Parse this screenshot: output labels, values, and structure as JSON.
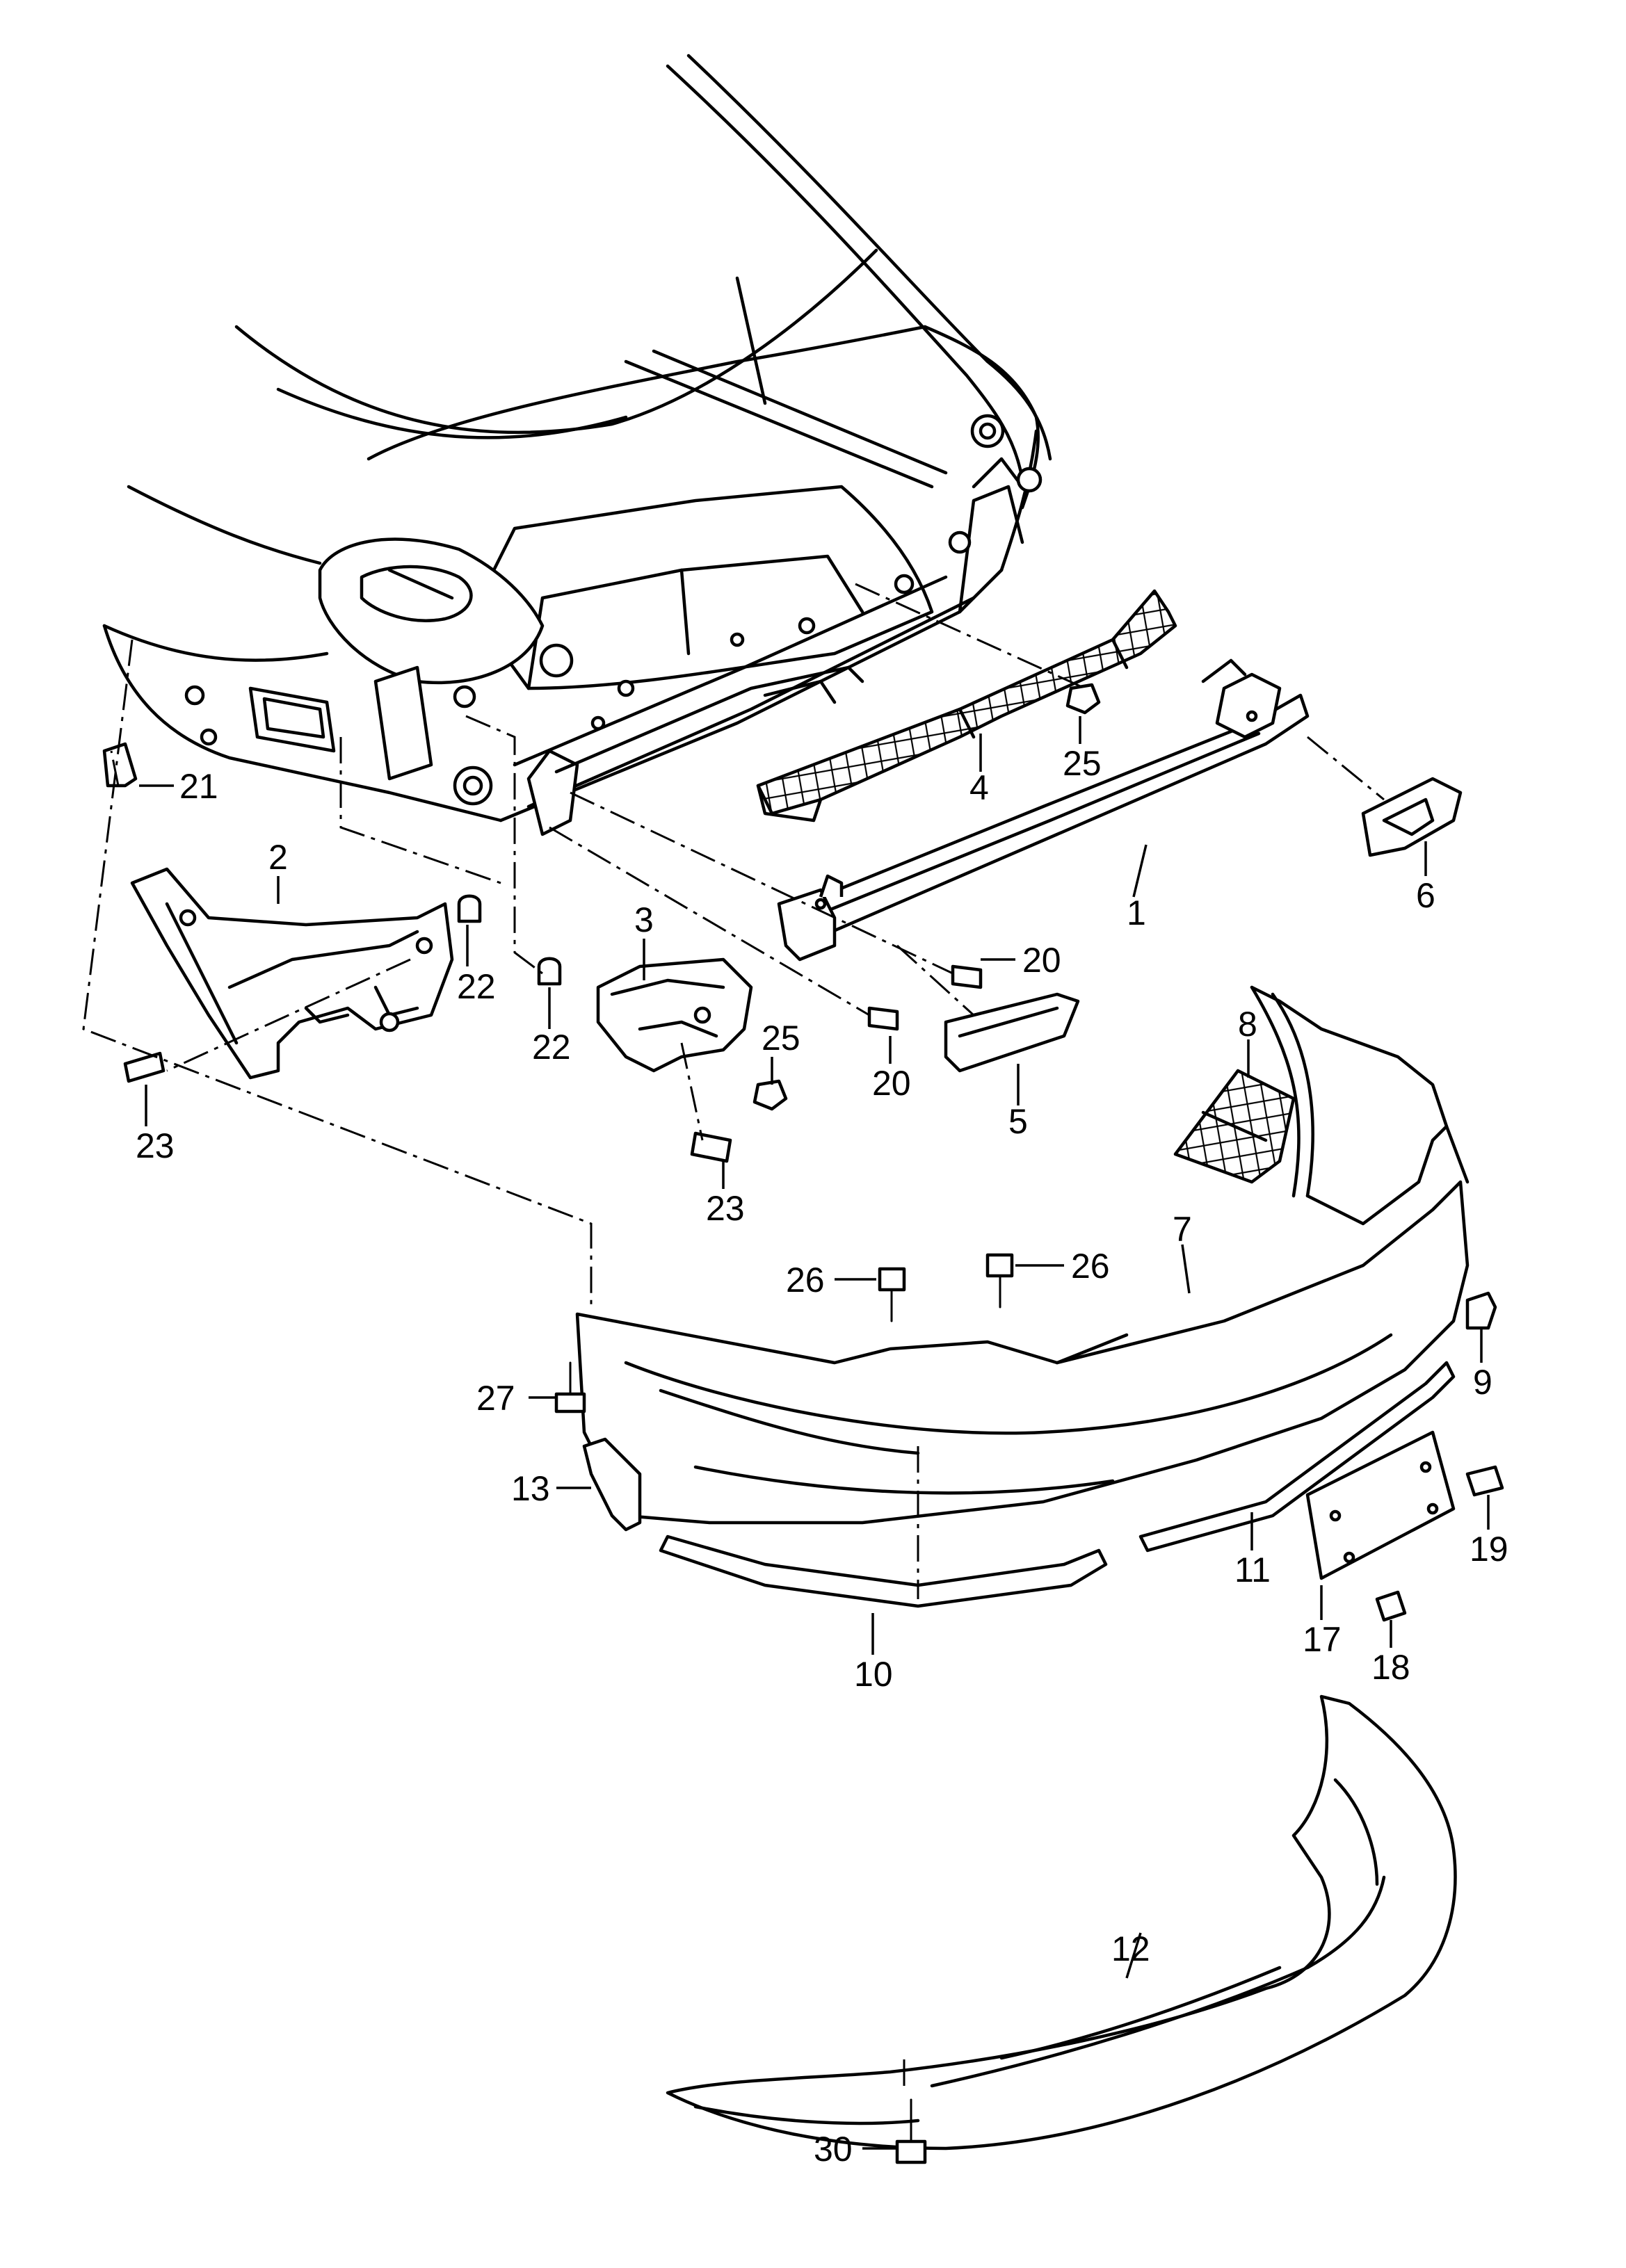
{
  "callouts": [
    {
      "id": "1",
      "text": "1"
    },
    {
      "id": "2",
      "text": "2"
    },
    {
      "id": "3",
      "text": "3"
    },
    {
      "id": "4",
      "text": "4"
    },
    {
      "id": "5",
      "text": "5"
    },
    {
      "id": "6",
      "text": "6"
    },
    {
      "id": "7",
      "text": "7"
    },
    {
      "id": "8",
      "text": "8"
    },
    {
      "id": "9",
      "text": "9"
    },
    {
      "id": "10",
      "text": "10"
    },
    {
      "id": "11",
      "text": "11"
    },
    {
      "id": "12",
      "text": "12"
    },
    {
      "id": "13",
      "text": "13"
    },
    {
      "id": "17",
      "text": "17"
    },
    {
      "id": "18",
      "text": "18"
    },
    {
      "id": "19",
      "text": "19"
    },
    {
      "id": "20a",
      "text": "20"
    },
    {
      "id": "20b",
      "text": "20"
    },
    {
      "id": "21",
      "text": "21"
    },
    {
      "id": "22a",
      "text": "22"
    },
    {
      "id": "22b",
      "text": "22"
    },
    {
      "id": "23a",
      "text": "23"
    },
    {
      "id": "23b",
      "text": "23"
    },
    {
      "id": "25a",
      "text": "25"
    },
    {
      "id": "25b",
      "text": "25"
    },
    {
      "id": "26a",
      "text": "26"
    },
    {
      "id": "26b",
      "text": "26"
    },
    {
      "id": "27",
      "text": "27"
    },
    {
      "id": "30",
      "text": "30"
    }
  ]
}
